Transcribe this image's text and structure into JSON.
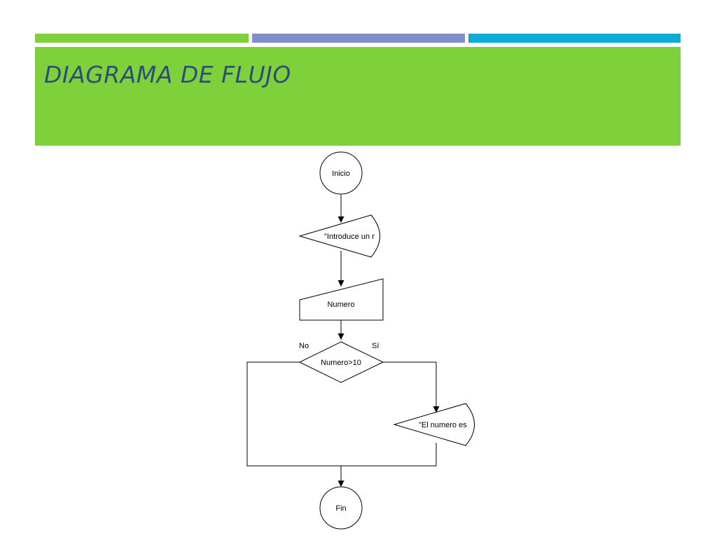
{
  "colors": {
    "accent_green": "#7fd13b",
    "accent_blue": "#7f8fcb",
    "accent_cyan": "#0eaad8",
    "title_band": "#7fd13b",
    "title_text": "#2f4d7a"
  },
  "slide": {
    "title": "DIAGRAMA DE FLUJO"
  },
  "flowchart": {
    "start_label": "Inicio",
    "prompt_label": "\"Introduce un r",
    "input_label": "Numero",
    "decision_label": "Numero>10",
    "no_label": "No",
    "yes_label": "Sí",
    "output_label": "\"El numero es",
    "end_label": "Fin"
  }
}
